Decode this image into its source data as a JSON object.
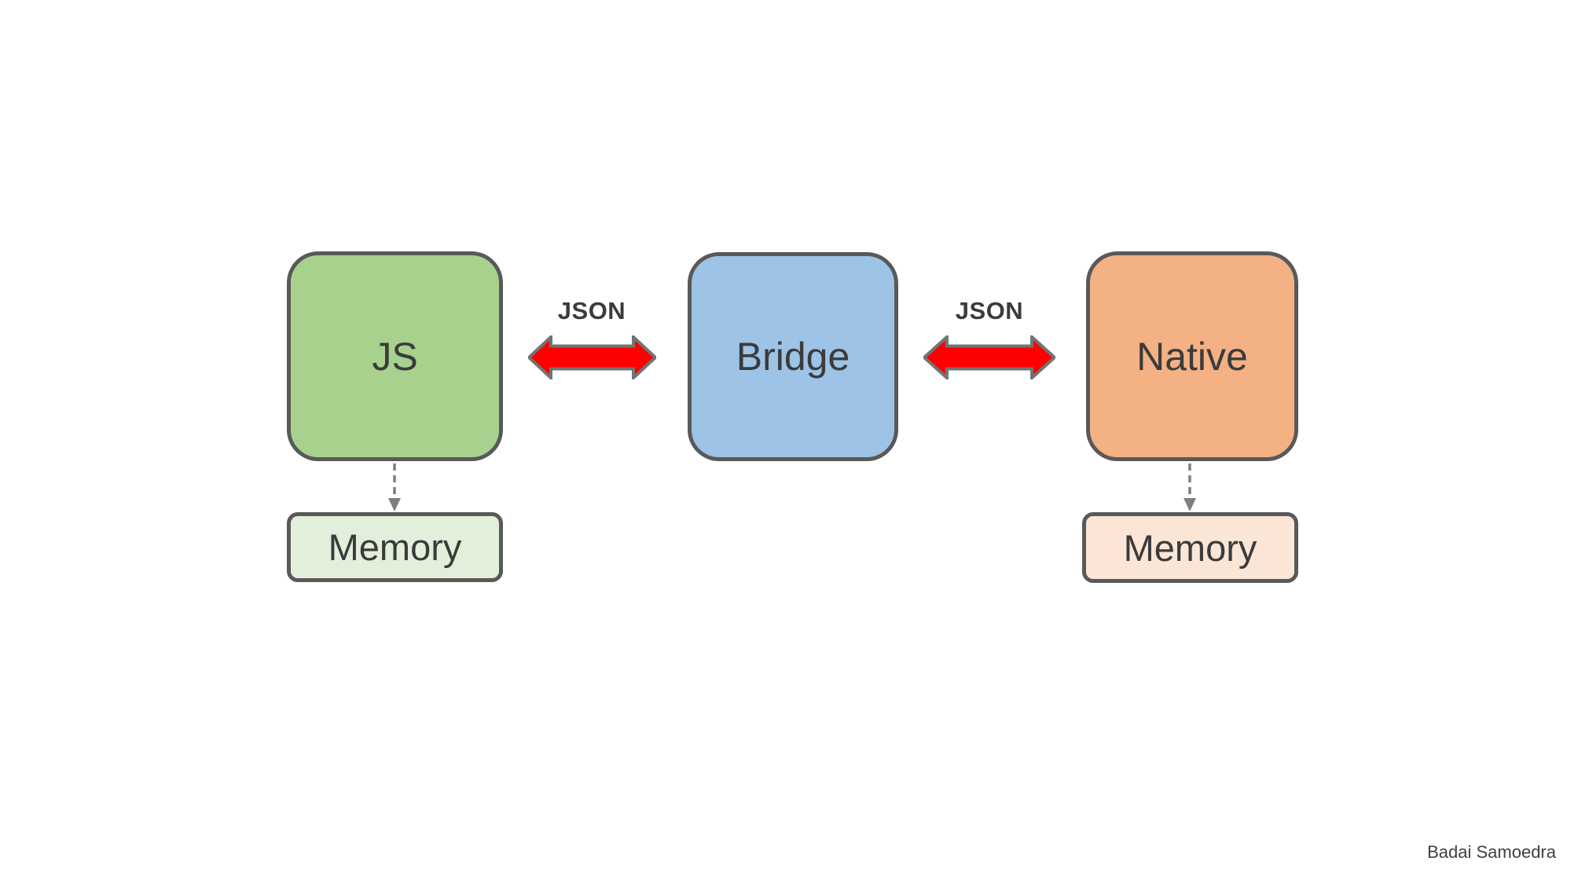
{
  "diagram": {
    "background": "#ffffff",
    "style": {
      "node_border_color": "#595959",
      "label_color": "#3b3b3b"
    },
    "nodes": {
      "js": {
        "label": "JS",
        "fill": "#a9d18e"
      },
      "bridge": {
        "label": "Bridge",
        "fill": "#9dc3e6"
      },
      "native": {
        "label": "Native",
        "fill": "#f4b183"
      },
      "js_memory": {
        "label": "Memory",
        "fill": "#e2efda"
      },
      "native_memory": {
        "label": "Memory",
        "fill": "#fbe5d6"
      }
    },
    "connectors": {
      "js_bridge": {
        "label": "JSON",
        "type": "bidirectional-arrow",
        "fill": "#ff0000",
        "outline": "#737373"
      },
      "bridge_native": {
        "label": "JSON",
        "type": "bidirectional-arrow",
        "fill": "#ff0000",
        "outline": "#737373"
      },
      "js_to_memory": {
        "type": "dashed-arrow",
        "color": "#7f7f7f"
      },
      "native_to_memory": {
        "type": "dashed-arrow",
        "color": "#7f7f7f"
      }
    },
    "attribution": "Badai Samoedra"
  }
}
